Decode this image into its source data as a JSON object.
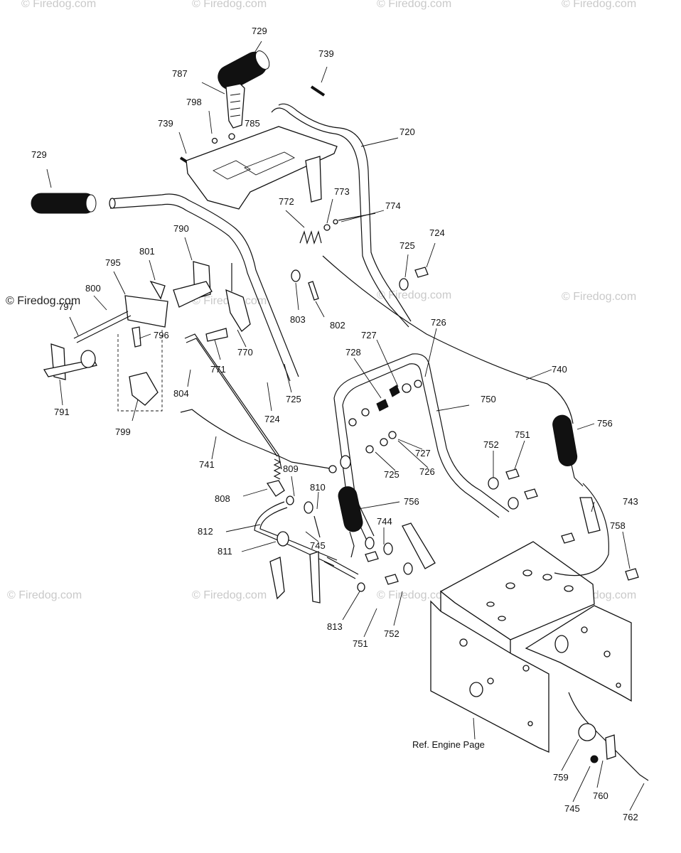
{
  "watermarks": {
    "brand": "© Firedog.com",
    "brand_primary": "© Firedog.com"
  },
  "callouts": [
    {
      "id": "c729a",
      "text": "729"
    },
    {
      "id": "c739a",
      "text": "739"
    },
    {
      "id": "c787",
      "text": "787"
    },
    {
      "id": "c798",
      "text": "798"
    },
    {
      "id": "c785",
      "text": "785"
    },
    {
      "id": "c739b",
      "text": "739"
    },
    {
      "id": "c720",
      "text": "720"
    },
    {
      "id": "c729b",
      "text": "729"
    },
    {
      "id": "c773",
      "text": "773"
    },
    {
      "id": "c772",
      "text": "772"
    },
    {
      "id": "c774",
      "text": "774"
    },
    {
      "id": "c724a",
      "text": "724"
    },
    {
      "id": "c725a",
      "text": "725"
    },
    {
      "id": "c790",
      "text": "790"
    },
    {
      "id": "c801",
      "text": "801"
    },
    {
      "id": "c795",
      "text": "795"
    },
    {
      "id": "c800",
      "text": "800"
    },
    {
      "id": "c797",
      "text": "797"
    },
    {
      "id": "c803",
      "text": "803"
    },
    {
      "id": "c802",
      "text": "802"
    },
    {
      "id": "c796",
      "text": "796"
    },
    {
      "id": "c770",
      "text": "770"
    },
    {
      "id": "c726a",
      "text": "726"
    },
    {
      "id": "c727a",
      "text": "727"
    },
    {
      "id": "c728",
      "text": "728"
    },
    {
      "id": "c740",
      "text": "740"
    },
    {
      "id": "c771",
      "text": "771"
    },
    {
      "id": "c791",
      "text": "791"
    },
    {
      "id": "c725b",
      "text": "725"
    },
    {
      "id": "c804",
      "text": "804"
    },
    {
      "id": "c724b",
      "text": "724"
    },
    {
      "id": "c750",
      "text": "750"
    },
    {
      "id": "c756a",
      "text": "756"
    },
    {
      "id": "c799",
      "text": "799"
    },
    {
      "id": "c751a",
      "text": "751"
    },
    {
      "id": "c752a",
      "text": "752"
    },
    {
      "id": "c727b",
      "text": "727"
    },
    {
      "id": "c741",
      "text": "741"
    },
    {
      "id": "c725c",
      "text": "725"
    },
    {
      "id": "c726b",
      "text": "726"
    },
    {
      "id": "c809",
      "text": "809"
    },
    {
      "id": "c808",
      "text": "808"
    },
    {
      "id": "c810",
      "text": "810"
    },
    {
      "id": "c756b",
      "text": "756"
    },
    {
      "id": "c743",
      "text": "743"
    },
    {
      "id": "c744",
      "text": "744"
    },
    {
      "id": "c812",
      "text": "812"
    },
    {
      "id": "c758",
      "text": "758"
    },
    {
      "id": "c745a",
      "text": "745"
    },
    {
      "id": "c811",
      "text": "811"
    },
    {
      "id": "c813",
      "text": "813"
    },
    {
      "id": "c751b",
      "text": "751"
    },
    {
      "id": "c752b",
      "text": "752"
    },
    {
      "id": "c759",
      "text": "759"
    },
    {
      "id": "c760",
      "text": "760"
    },
    {
      "id": "c745b",
      "text": "745"
    },
    {
      "id": "c762",
      "text": "762"
    }
  ],
  "ref_note": "Ref. Engine Page"
}
